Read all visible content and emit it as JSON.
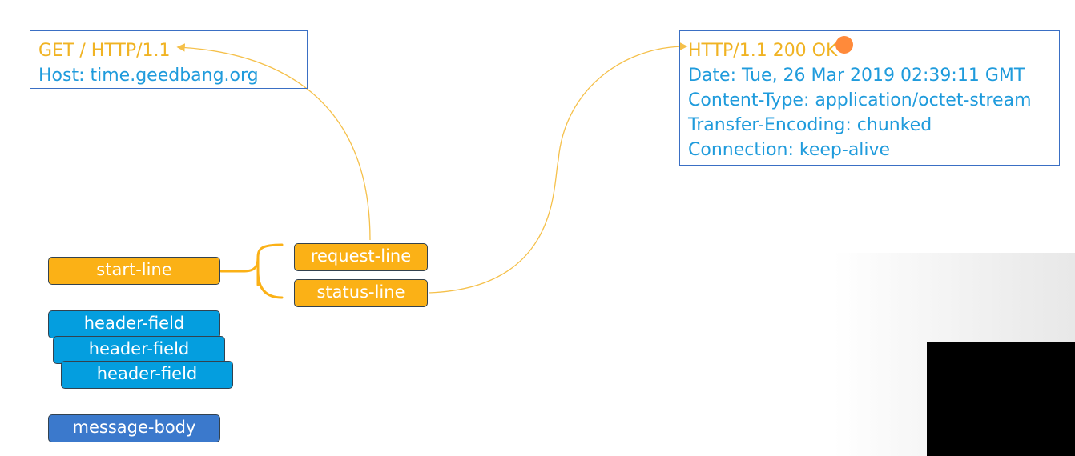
{
  "request_message": {
    "request_line": "GET / HTTP/1.1",
    "headers": [
      "Host: time.geedbang.org"
    ]
  },
  "response_message": {
    "status_line": "HTTP/1.1 200 OK",
    "headers": [
      "Date: Tue, 26 Mar 2019 02:39:11 GMT",
      "Content-Type: application/octet-stream",
      "Transfer-Encoding: chunked",
      "Connection: keep-alive"
    ]
  },
  "structure": {
    "start_line": "start-line",
    "request_line": "request-line",
    "status_line": "status-line",
    "header_fields": [
      "header-field",
      "header-field",
      "header-field"
    ],
    "message_body": "message-body"
  },
  "colors": {
    "orange": "#fbb116",
    "blue": "#049edf",
    "navy": "#3b79cc",
    "box_border": "#3a6fc4",
    "connector": "#f5c04a",
    "brace": "#fbb116"
  }
}
